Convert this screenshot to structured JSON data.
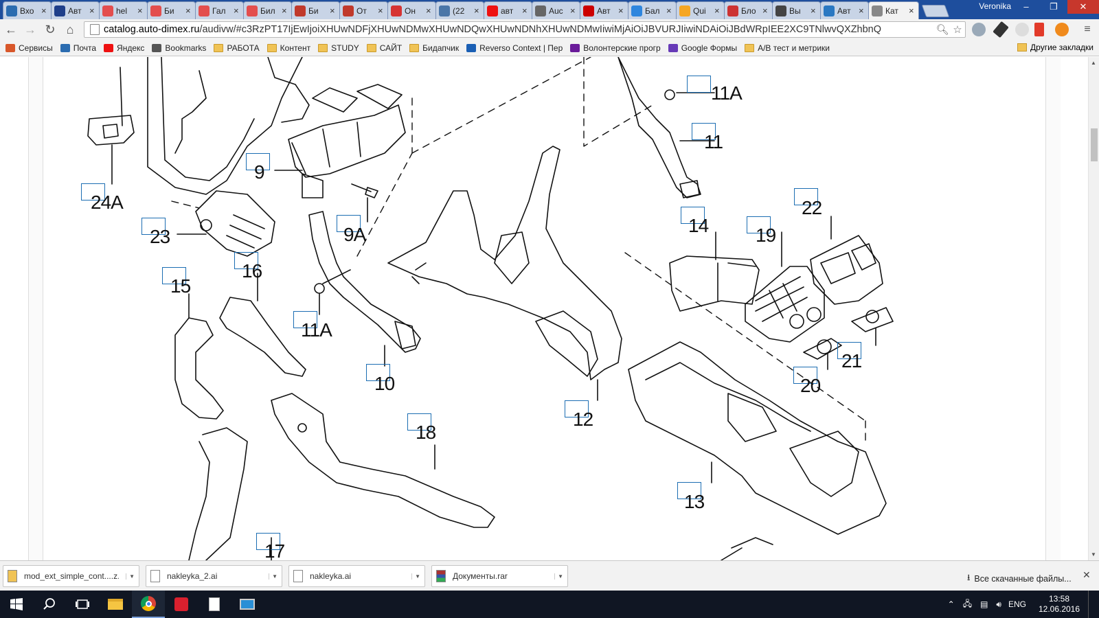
{
  "window": {
    "profile": "Veronika",
    "tabs": [
      {
        "label": "Вхо",
        "fav": "#2b6cb0",
        "icon": "mail-icon"
      },
      {
        "label": "Авт",
        "fav": "#1f3f8a",
        "icon": "nn-icon"
      },
      {
        "label": "hel",
        "fav": "#e34e4e",
        "icon": "paw-icon"
      },
      {
        "label": "Би",
        "fav": "#e34e4e",
        "icon": "paw-icon"
      },
      {
        "label": "Гал",
        "fav": "#e34e4e",
        "icon": "paw-icon"
      },
      {
        "label": "Бил",
        "fav": "#e34e4e",
        "icon": "paw-icon"
      },
      {
        "label": "Би",
        "fav": "#c0392b",
        "icon": "site-icon"
      },
      {
        "label": "От",
        "fav": "#c0392b",
        "icon": "site-icon"
      },
      {
        "label": "Он",
        "fav": "#d63333",
        "icon": "flag-icon"
      },
      {
        "label": "(22",
        "fav": "#4a76a8",
        "icon": "vk-icon"
      },
      {
        "label": "авт",
        "fav": "#e11",
        "icon": "yandex-icon"
      },
      {
        "label": "Auc",
        "fav": "#666",
        "icon": "page-icon"
      },
      {
        "label": "Авт",
        "fav": "#cc0000",
        "icon": "opera-icon"
      },
      {
        "label": "Бал",
        "fav": "#2e86de",
        "icon": "r-icon"
      },
      {
        "label": "Qui",
        "fav": "#f5a623",
        "icon": "puzzle-icon"
      },
      {
        "label": "Бло",
        "fav": "#cc3333",
        "icon": "blog-icon"
      },
      {
        "label": "Вы",
        "fav": "#444",
        "icon": "hand-icon"
      },
      {
        "label": "Авт",
        "fav": "#2a78c2",
        "icon": "globe-icon"
      },
      {
        "label": "Кат",
        "fav": "#888",
        "icon": "page-icon",
        "active": true
      }
    ]
  },
  "toolbar": {
    "url_domain": "catalog.auto-dimex.ru",
    "url_rest": "/audivw/#c3RzPT17IjEwIjoiXHUwNDFjXHUwNDMwXHUwNDQwXHUwNDNhXHUwNDMwIiwiMjAiOiJBVURJIiwiNDAiOiJBdWRpIEE2XC9TNlwvQXZhbnQ"
  },
  "bookmarks": {
    "items": [
      {
        "label": "Сервисы",
        "icon": "apps-icon"
      },
      {
        "label": "Почта",
        "icon": "mail-icon"
      },
      {
        "label": "Яндекс",
        "icon": "yandex-icon"
      },
      {
        "label": "Bookmarks",
        "icon": "star-icon"
      },
      {
        "label": "РАБОТА",
        "icon": "folder-icon"
      },
      {
        "label": "Контент",
        "icon": "folder-icon"
      },
      {
        "label": "STUDY",
        "icon": "folder-icon"
      },
      {
        "label": "САЙТ",
        "icon": "folder-icon"
      },
      {
        "label": "Бидапчик",
        "icon": "folder-icon"
      },
      {
        "label": "Reverso Context | Пер",
        "icon": "reverso-icon"
      },
      {
        "label": "Волонтерские прогр",
        "icon": "volunteer-icon"
      },
      {
        "label": "Google Формы",
        "icon": "forms-icon"
      },
      {
        "label": "A/B тест и метрики",
        "icon": "folder-icon"
      }
    ],
    "other": "Другие закладки"
  },
  "diagram": {
    "parts": [
      "24A",
      "9",
      "9A",
      "23",
      "16",
      "15",
      "11A",
      "11A",
      "10",
      "11",
      "12",
      "14",
      "19",
      "22",
      "21",
      "20",
      "18",
      "13",
      "17"
    ]
  },
  "downloads": {
    "items": [
      {
        "name": "mod_ext_simple_cont....z...",
        "icon": "zip-icon"
      },
      {
        "name": "nakleyka_2.ai",
        "icon": "file-icon"
      },
      {
        "name": "nakleyka.ai",
        "icon": "file-icon"
      },
      {
        "name": "Документы.rar",
        "icon": "rar-icon"
      }
    ],
    "show_all": "Все скачанные файлы..."
  },
  "taskbar": {
    "lang": "ENG",
    "time": "13:58",
    "date": "12.06.2016"
  }
}
